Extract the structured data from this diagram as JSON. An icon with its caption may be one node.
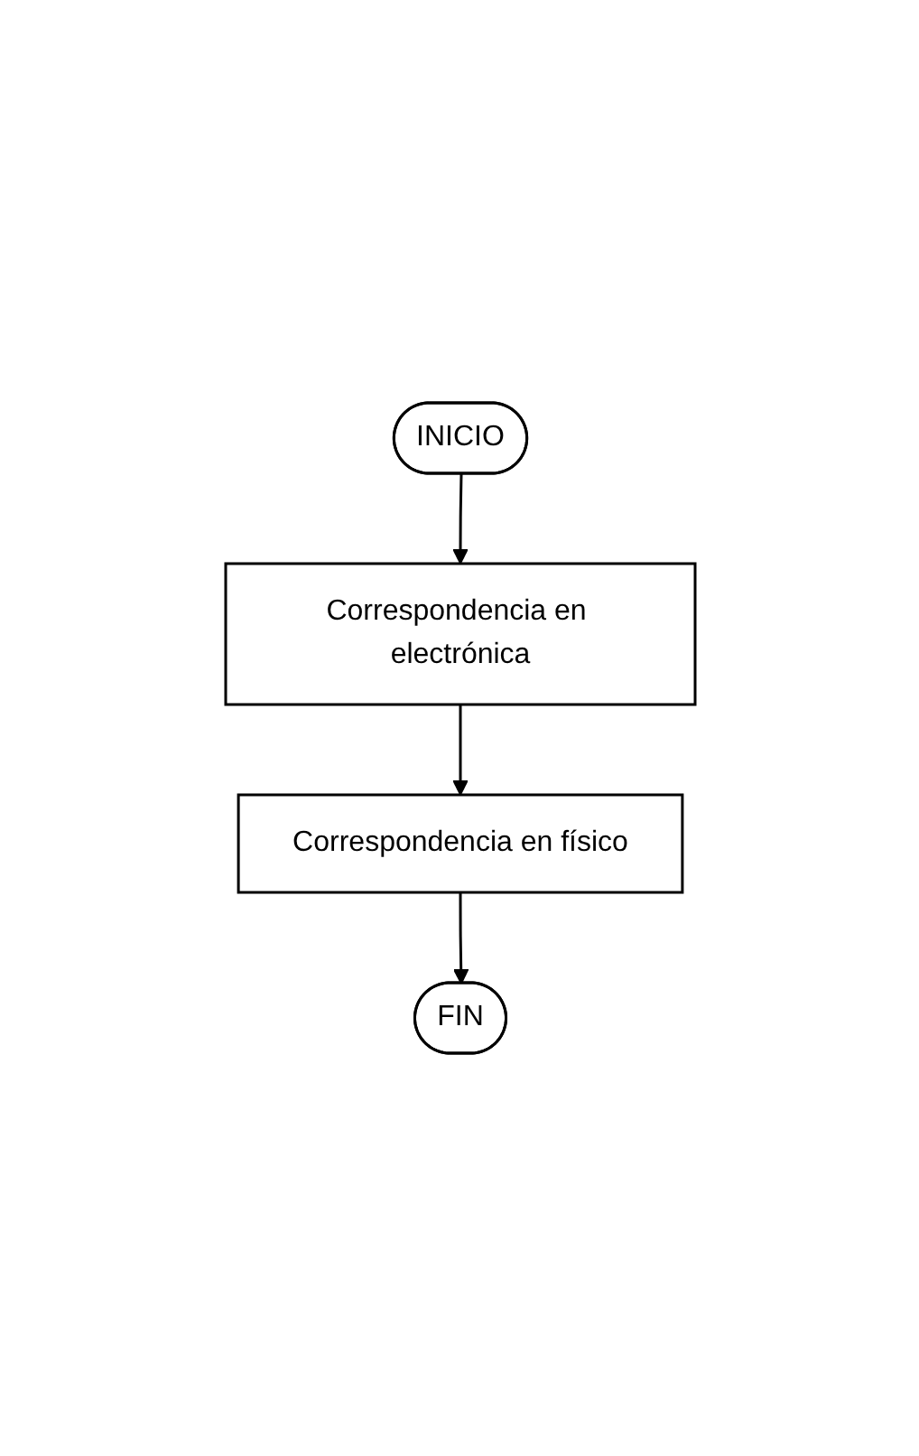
{
  "diagram": {
    "nodes": [
      {
        "text": [
          "INICIO"
        ]
      },
      {
        "text": [
          "Correspondencia en electrónica"
        ]
      },
      {
        "text": [
          "Correspondencia en físico"
        ]
      },
      {
        "text": [
          "FIN"
        ]
      }
    ],
    "edges": [
      {
        "from": 0,
        "to": 1,
        "arrow": "to"
      },
      {
        "from": 1,
        "to": 2,
        "arrow": "to"
      },
      {
        "from": 2,
        "to": 3,
        "arrow": "to"
      }
    ]
  }
}
